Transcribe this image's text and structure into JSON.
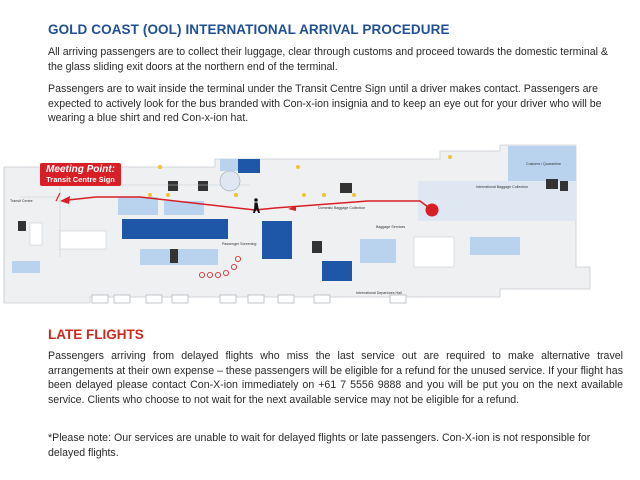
{
  "title": "GOLD COAST (OOL) INTERNATIONAL ARRIVAL PROCEDURE",
  "paragraph_1": "All arriving passengers are to collect their luggage, clear through customs and proceed towards the domestic terminal & the glass sliding exit doors at the northern end of the terminal.",
  "paragraph_2": "Passengers are to wait inside the terminal under the Transit Centre Sign until a driver makes contact. Passengers are expected to actively look for the bus branded with Con-x-ion insignia and to keep an eye out for your driver who will be wearing a blue shirt and red Con-x-ion hat.",
  "map": {
    "meeting_point_title": "Meeting Point:",
    "meeting_point_subtitle": "Transit Centre Sign",
    "labels": {
      "international_baggage_collection": "International Baggage Collection",
      "customs_quarantine": "Customs / Quarantine",
      "domestic_baggage_collection": "Domestic Baggage Collection",
      "international_departures_hall": "International Departures Hall",
      "transit_centre": "Transit Centre",
      "passenger_screening": "Passenger Screening",
      "baggage_services": "Baggage Services"
    },
    "colors": {
      "route": "#d81f26",
      "building_blue": "#1e56a8",
      "area_light_blue": "#b9d3ee",
      "floor": "#eef0f2"
    }
  },
  "late_heading": "LATE FLIGHTS",
  "paragraph_3": "Passengers arriving from delayed flights who miss the last service out are required to make alternative travel arrangements at their own expense – these passengers will be eligible for a refund for the unused service. If your flight has been delayed please contact Con-X-ion immediately on +61 7 5556 9888 and you will be put you on the next available service. Clients who choose to not wait for the next available service may not be eligible for a refund.",
  "paragraph_4": "*Please note: Our services are unable to wait for delayed flights or late passengers. Con-X-ion is not responsible for delayed flights."
}
